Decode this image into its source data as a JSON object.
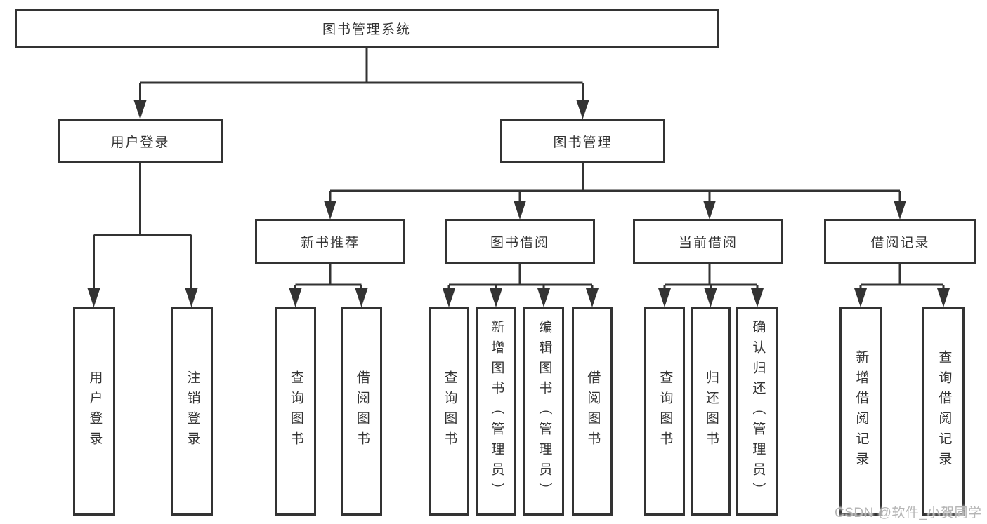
{
  "colors": {
    "line": "#333333",
    "text": "#333333",
    "box_background": "#ffffff",
    "page_background": "#ffffff",
    "watermark": "#b5b5b5"
  },
  "tree": {
    "label": "图书管理系统",
    "children": [
      {
        "label": "用户登录",
        "children": [
          {
            "label": "用户登录"
          },
          {
            "label": "注销登录"
          }
        ]
      },
      {
        "label": "图书管理",
        "children": [
          {
            "label": "新书推荐",
            "children": [
              {
                "label": "查询图书"
              },
              {
                "label": "借阅图书"
              }
            ]
          },
          {
            "label": "图书借阅",
            "children": [
              {
                "label": "查询图书"
              },
              {
                "label": "新增图书（管理员）"
              },
              {
                "label": "编辑图书（管理员）"
              },
              {
                "label": "借阅图书"
              }
            ]
          },
          {
            "label": "当前借阅",
            "children": [
              {
                "label": "查询图书"
              },
              {
                "label": "归还图书"
              },
              {
                "label": "确认归还（管理员）"
              }
            ]
          },
          {
            "label": "借阅记录",
            "children": [
              {
                "label": "新增借阅记录"
              },
              {
                "label": "查询借阅记录"
              }
            ]
          }
        ]
      }
    ]
  },
  "watermark": "CSDN @软件_小贺同学"
}
